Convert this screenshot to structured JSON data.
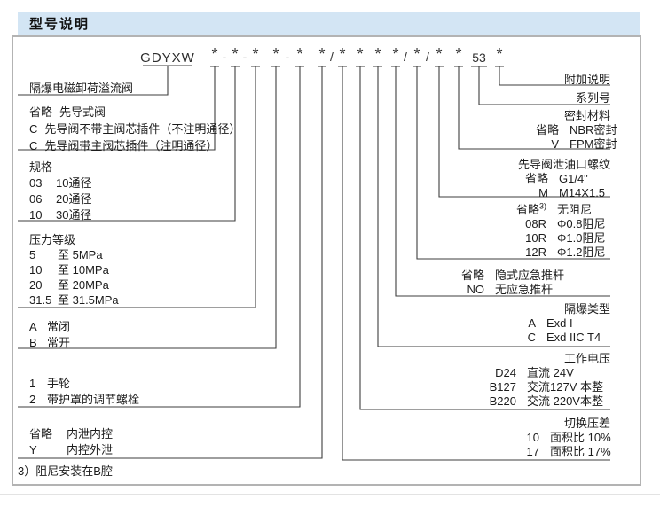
{
  "page": {
    "header_title": "型号说明",
    "footnote": "3）阻尼安装在B腔"
  },
  "colors": {
    "header_bg": "#d3e5f4",
    "line": "#3e3e3e",
    "text": "#1c1c1c"
  },
  "model_code": {
    "tokens": [
      "GDYXW",
      "*",
      "-",
      "*",
      "-",
      "*",
      "*",
      "-",
      "*",
      "*",
      "/",
      "*",
      "*",
      "*",
      "*",
      "/",
      "*",
      "/",
      "*",
      "*",
      "53",
      "*"
    ]
  },
  "left_groups": [
    {
      "label": "隔爆电磁卸荷溢流阀"
    },
    {
      "rows": [
        {
          "code": "省略",
          "desc": "先导式阀"
        },
        {
          "code": "C",
          "desc": "先导阀不带主阀芯插件（不注明通径）"
        },
        {
          "code": "C",
          "desc": "先导阀带主阀芯插件（注明通径）"
        }
      ]
    },
    {
      "title": "规格",
      "rows": [
        {
          "code": "03",
          "desc": "10通径"
        },
        {
          "code": "06",
          "desc": "20通径"
        },
        {
          "code": "10",
          "desc": "30通径"
        }
      ]
    },
    {
      "title": "压力等级",
      "rows": [
        {
          "code": "5",
          "desc": "至 5MPa"
        },
        {
          "code": "10",
          "desc": "至 10MPa"
        },
        {
          "code": "20",
          "desc": "至 20MPa"
        },
        {
          "code": "31.5",
          "desc": "至 31.5MPa"
        }
      ]
    },
    {
      "rows": [
        {
          "code": "A",
          "desc": "常闭"
        },
        {
          "code": "B",
          "desc": "常开"
        }
      ]
    },
    {
      "rows": [
        {
          "code": "1",
          "desc": "手轮"
        },
        {
          "code": "2",
          "desc": "带护罩的调节螺栓"
        }
      ]
    },
    {
      "rows": [
        {
          "code": "省略",
          "desc": "内泄内控"
        },
        {
          "code": "Y",
          "desc": "内控外泄"
        }
      ]
    }
  ],
  "right_groups": [
    {
      "label": "附加说明"
    },
    {
      "label": "系列号"
    },
    {
      "title": "密封材料",
      "rows": [
        {
          "code": "省略",
          "desc": "NBR密封"
        },
        {
          "code": "V",
          "desc": "FPM密封"
        }
      ]
    },
    {
      "title": "先导阀泄油口螺纹",
      "rows": [
        {
          "code": "省略",
          "desc": "G1/4\""
        },
        {
          "code": "M",
          "desc": "M14X1.5"
        }
      ]
    },
    {
      "rows": [
        {
          "code": "省略",
          "sup": "3)",
          "desc": "无阻尼"
        },
        {
          "code": "08R",
          "desc": "Φ0.8阻尼"
        },
        {
          "code": "10R",
          "desc": "Φ1.0阻尼"
        },
        {
          "code": "12R",
          "desc": "Φ1.2阻尼"
        }
      ]
    },
    {
      "rows": [
        {
          "code": "省略",
          "desc": "隐式应急推杆"
        },
        {
          "code": "NO",
          "desc": "无应急推杆"
        }
      ]
    },
    {
      "title": "隔爆类型",
      "rows": [
        {
          "code": "A",
          "desc": "Exd I"
        },
        {
          "code": "C",
          "desc": "Exd IIC T4"
        }
      ]
    },
    {
      "title": "工作电压",
      "rows": [
        {
          "code": "D24",
          "desc": "直流 24V"
        },
        {
          "code": "B127",
          "desc": "交流127V 本整"
        },
        {
          "code": "B220",
          "desc": "交流 220V本整"
        }
      ]
    },
    {
      "title": "切换压差",
      "rows": [
        {
          "code": "10",
          "desc": "面积比 10%"
        },
        {
          "code": "17",
          "desc": "面积比 17%"
        }
      ]
    }
  ]
}
